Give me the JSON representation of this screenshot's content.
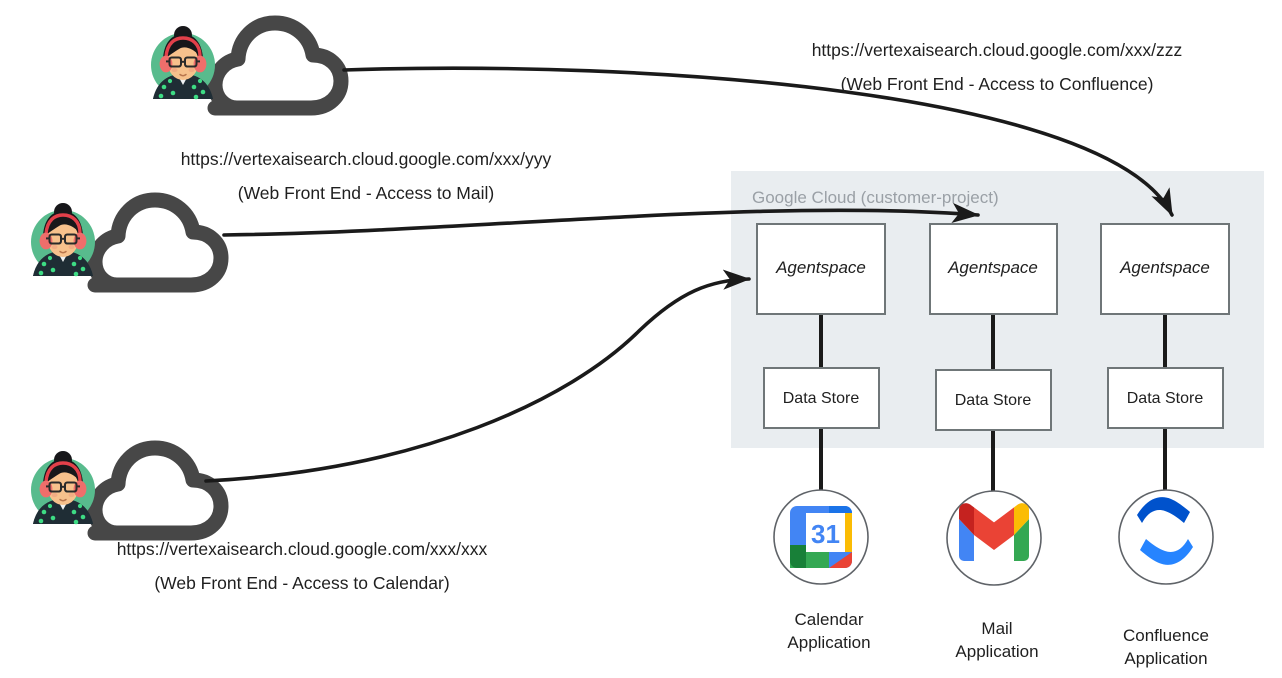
{
  "diagram": {
    "title_region": "Google Cloud (customer-project)",
    "users": [
      {
        "id": "user-confluence",
        "icon": "user-cloud-avatar-icon",
        "url": "https://vertexaisearch.cloud.google.com/xxx/zzz",
        "caption": "(Web Front End - Access to Confluence)"
      },
      {
        "id": "user-mail",
        "icon": "user-cloud-avatar-icon",
        "url": "https://vertexaisearch.cloud.google.com/xxx/yyy",
        "caption": "(Web Front End - Access to Mail)"
      },
      {
        "id": "user-calendar",
        "icon": "user-cloud-avatar-icon",
        "url": "https://vertexaisearch.cloud.google.com/xxx/xxx",
        "caption": "(Web Front End - Access to Calendar)"
      }
    ],
    "columns": [
      {
        "agentspace_label": "Agentspace",
        "data_store_label": "Data Store",
        "app_icon": "google-calendar-icon",
        "app_label_line1": "Calendar",
        "app_label_line2": "Application"
      },
      {
        "agentspace_label": "Agentspace",
        "data_store_label": "Data Store",
        "app_icon": "gmail-icon",
        "app_label_line1": "Mail",
        "app_label_line2": "Application"
      },
      {
        "agentspace_label": "Agentspace",
        "data_store_label": "Data Store",
        "app_icon": "confluence-icon",
        "app_label_line1": "Confluence",
        "app_label_line2": "Application"
      }
    ],
    "colors": {
      "panel_background": "#e9edf0",
      "panel_label": "#9aa0a6",
      "box_border": "#6f7678",
      "connector": "#1a1a1a",
      "cloud_outline": "#474747",
      "avatar_background": "#58bb8d",
      "calendar_blue": "#4285f4",
      "calendar_yellow": "#fbbc04",
      "calendar_green": "#34a853",
      "calendar_red": "#ea4335",
      "gmail_red": "#ea4335",
      "gmail_blue": "#4285f4",
      "gmail_green": "#34a853",
      "gmail_yellow": "#fbbc04",
      "confluence_blue_dark": "#0052cc",
      "confluence_blue_light": "#2684ff"
    }
  }
}
